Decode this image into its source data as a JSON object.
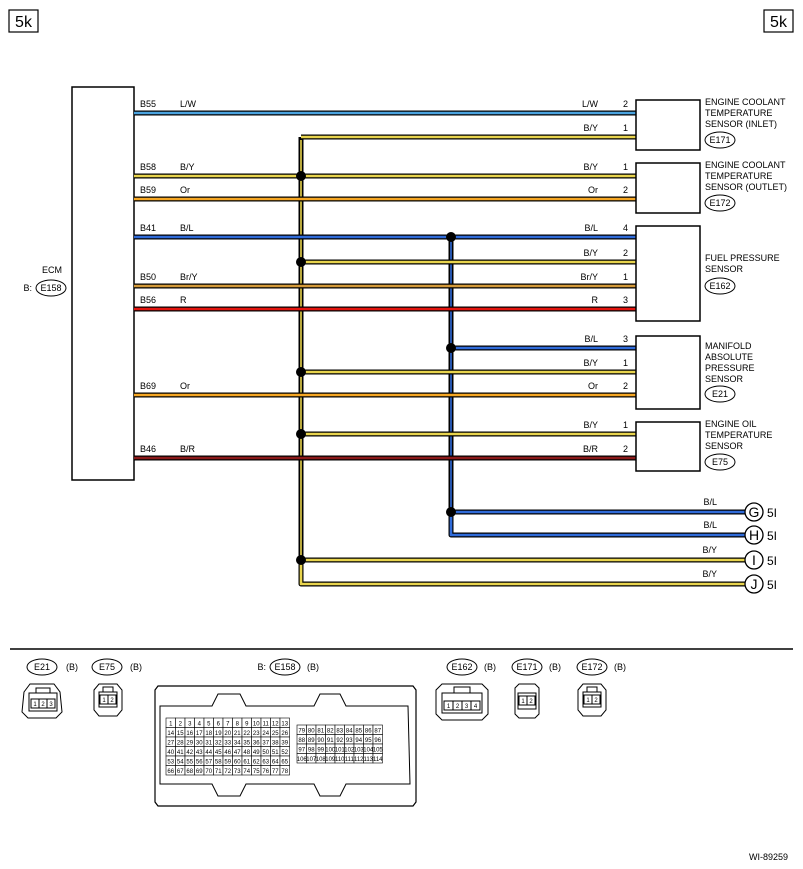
{
  "page": {
    "tag_left": "5k",
    "tag_right": "5k",
    "figure_id": "WI-89259"
  },
  "ecm": {
    "name": "ECM",
    "connector_prefix": "B:",
    "connector": "E158"
  },
  "colors": {
    "L/W": "#4aa3df",
    "B/Y": "#e8d44d",
    "Or": "#f5a623",
    "B/L": "#2f6bd9",
    "Br/Y": "#d49a3a",
    "R": "#e3140e",
    "B/R": "#8b1a1a",
    "ground_bus": "#000000"
  },
  "wires": [
    {
      "ecm_pin": "B55",
      "color_left": "L/W",
      "color_right": "L/W",
      "comp_pin": "2",
      "conn": "E171"
    },
    {
      "ecm_pin": "",
      "color_left": "",
      "color_right": "B/Y",
      "comp_pin": "1",
      "conn": "E171"
    },
    {
      "ecm_pin": "B58",
      "color_left": "B/Y",
      "color_right": "B/Y",
      "comp_pin": "1",
      "conn": "E172"
    },
    {
      "ecm_pin": "B59",
      "color_left": "Or",
      "color_right": "Or",
      "comp_pin": "2",
      "conn": "E172"
    },
    {
      "ecm_pin": "B41",
      "color_left": "B/L",
      "color_right": "B/L",
      "comp_pin": "4",
      "conn": "E162"
    },
    {
      "ecm_pin": "",
      "color_left": "",
      "color_right": "B/Y",
      "comp_pin": "2",
      "conn": "E162"
    },
    {
      "ecm_pin": "B50",
      "color_left": "Br/Y",
      "color_right": "Br/Y",
      "comp_pin": "1",
      "conn": "E162"
    },
    {
      "ecm_pin": "B56",
      "color_left": "R",
      "color_right": "R",
      "comp_pin": "3",
      "conn": "E162"
    },
    {
      "ecm_pin": "",
      "color_left": "",
      "color_right": "B/L",
      "comp_pin": "3",
      "conn": "E21"
    },
    {
      "ecm_pin": "",
      "color_left": "",
      "color_right": "B/Y",
      "comp_pin": "1",
      "conn": "E21"
    },
    {
      "ecm_pin": "B69",
      "color_left": "Or",
      "color_right": "Or",
      "comp_pin": "2",
      "conn": "E21"
    },
    {
      "ecm_pin": "",
      "color_left": "",
      "color_right": "B/Y",
      "comp_pin": "1",
      "conn": "E75"
    },
    {
      "ecm_pin": "B46",
      "color_left": "B/R",
      "color_right": "B/R",
      "comp_pin": "2",
      "conn": "E75"
    }
  ],
  "components": [
    {
      "id": "E171",
      "lines": [
        "ENGINE COOLANT",
        "TEMPERATURE",
        "SENSOR (INLET)"
      ]
    },
    {
      "id": "E172",
      "lines": [
        "ENGINE COOLANT",
        "TEMPERATURE",
        "SENSOR (OUTLET)"
      ]
    },
    {
      "id": "E162",
      "lines": [
        "FUEL PRESSURE",
        "SENSOR"
      ]
    },
    {
      "id": "E21",
      "lines": [
        "MANIFOLD",
        "ABSOLUTE",
        "PRESSURE",
        "SENSOR"
      ]
    },
    {
      "id": "E75",
      "lines": [
        "ENGINE OIL",
        "TEMPERATURE",
        "SENSOR"
      ]
    }
  ],
  "offpage": [
    {
      "letter": "G",
      "wire": "B/L",
      "ref": "5I"
    },
    {
      "letter": "H",
      "wire": "B/L",
      "ref": "5I"
    },
    {
      "letter": "I",
      "wire": "B/Y",
      "ref": "5I"
    },
    {
      "letter": "J",
      "wire": "B/Y",
      "ref": "5I"
    }
  ],
  "legend": {
    "connectors": [
      {
        "id": "E21",
        "tag": "(B)",
        "pins": [
          "1",
          "2",
          "3"
        ]
      },
      {
        "id": "E75",
        "tag": "(B)",
        "pins": [
          "1",
          "2"
        ]
      },
      {
        "id": "E158",
        "prefix": "B:",
        "tag": "(B)"
      },
      {
        "id": "E162",
        "tag": "(B)",
        "pins": [
          "1",
          "2",
          "3",
          "4"
        ]
      },
      {
        "id": "E171",
        "tag": "(B)",
        "pins": [
          "1",
          "2"
        ]
      },
      {
        "id": "E172",
        "tag": "(B)",
        "pins": [
          "1",
          "2"
        ]
      }
    ],
    "e158_pin_grid": [
      [
        "1",
        "2",
        "3",
        "4",
        "5",
        "6",
        "7",
        "8",
        "9",
        "10",
        "11",
        "12",
        "13"
      ],
      [
        "14",
        "15",
        "16",
        "17",
        "18",
        "19",
        "20",
        "21",
        "22",
        "23",
        "24",
        "25",
        "26"
      ],
      [
        "27",
        "28",
        "29",
        "30",
        "31",
        "32",
        "33",
        "34",
        "35",
        "36",
        "37",
        "38",
        "39"
      ],
      [
        "40",
        "41",
        "42",
        "43",
        "44",
        "45",
        "46",
        "47",
        "48",
        "49",
        "50",
        "51",
        "52"
      ],
      [
        "53",
        "54",
        "55",
        "56",
        "57",
        "58",
        "59",
        "60",
        "61",
        "62",
        "63",
        "64",
        "65"
      ],
      [
        "66",
        "67",
        "68",
        "69",
        "70",
        "71",
        "72",
        "73",
        "74",
        "75",
        "76",
        "77",
        "78"
      ]
    ],
    "e158_pin_grid_b": [
      [
        "79",
        "80",
        "81",
        "82",
        "83",
        "84",
        "85",
        "86",
        "87"
      ],
      [
        "88",
        "89",
        "90",
        "91",
        "92",
        "93",
        "94",
        "95",
        "96"
      ],
      [
        "97",
        "98",
        "99",
        "100",
        "101",
        "102",
        "103",
        "104",
        "105"
      ],
      [
        "106",
        "107",
        "108",
        "109",
        "110",
        "111",
        "112",
        "113",
        "114"
      ]
    ]
  }
}
